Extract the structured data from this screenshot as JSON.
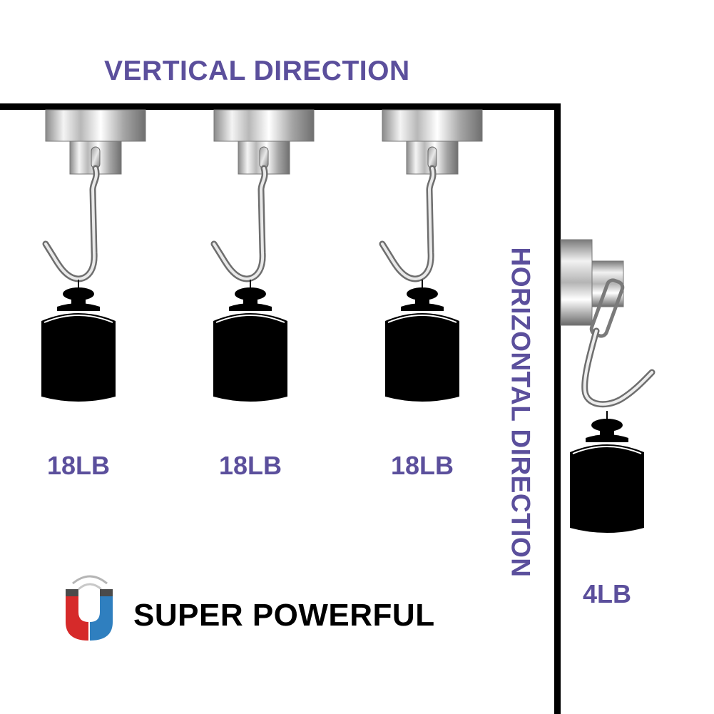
{
  "headings": {
    "vertical": "VERTICAL DIRECTION",
    "horizontal": "HORIZONTAL DIRECTION"
  },
  "weights": [
    "18LB",
    "18LB",
    "18LB",
    "4LB"
  ],
  "tagline": "SUPER POWERFUL",
  "colors": {
    "label": "#5b4f9c",
    "frame": "#000000",
    "weight": "#000000",
    "magnet_red": "#d62a2a",
    "magnet_blue": "#2f7fbf"
  },
  "icons": {
    "tagline_icon": "magnet-icon",
    "hook": "hook-icon",
    "weight": "weight-icon"
  }
}
